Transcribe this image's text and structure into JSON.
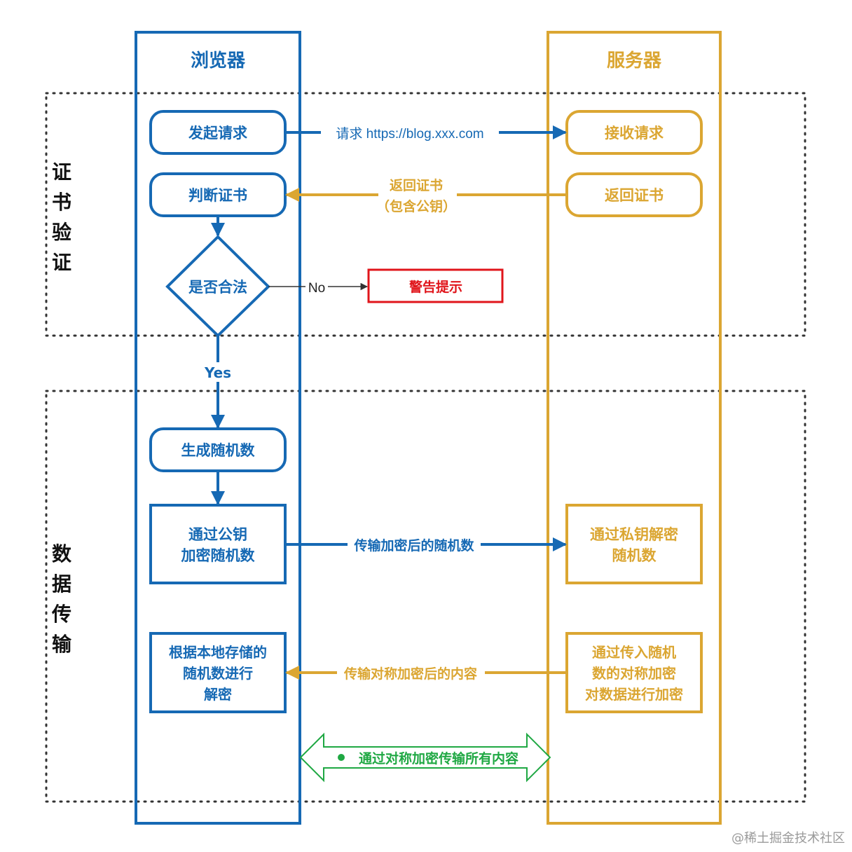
{
  "lanes": {
    "browser": "浏览器",
    "server": "服务器"
  },
  "sections": {
    "cert": "证书验证",
    "data": "数据传输"
  },
  "browser": {
    "send_request": "发起请求",
    "check_cert": "判断证书",
    "is_valid": "是否合法",
    "gen_random": "生成随机数",
    "encrypt_l1": "通过公钥",
    "encrypt_l2": "加密随机数",
    "decrypt_l1": "根据本地存储的",
    "decrypt_l2": "随机数进行",
    "decrypt_l3": "解密"
  },
  "server": {
    "receive": "接收请求",
    "return_cert": "返回证书",
    "privkey_l1": "通过私钥解密",
    "privkey_l2": "随机数",
    "enc_l1": "通过传入随机",
    "enc_l2": "数的对称加密",
    "enc_l3": "对数据进行加密"
  },
  "warning": "警告提示",
  "edges": {
    "request": "请求 https://blog.xxx.com",
    "return_cert_l1": "返回证书",
    "return_cert_l2": "（包含公钥）",
    "no": "No",
    "yes": "Yes",
    "send_random": "传输加密后的随机数",
    "send_content": "传输对称加密后的内容",
    "all_sym": "通过对称加密传输所有内容"
  },
  "colors": {
    "browser": "#1669b4",
    "server": "#dba632",
    "warning": "#e0151b",
    "sym": "#1fa843",
    "border": "#333333"
  },
  "watermark": "@稀土掘金技术社区"
}
